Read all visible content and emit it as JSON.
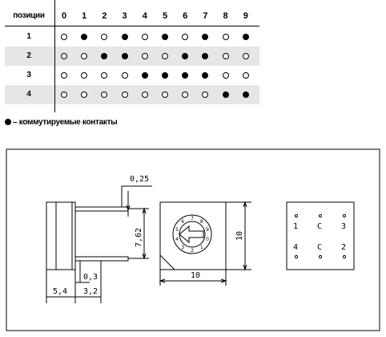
{
  "table": {
    "header_label": "позиции",
    "columns": [
      "0",
      "1",
      "2",
      "3",
      "4",
      "5",
      "6",
      "7",
      "8",
      "9"
    ],
    "rows": [
      {
        "label": "1",
        "states": [
          0,
          1,
          0,
          1,
          0,
          1,
          0,
          1,
          0,
          1
        ]
      },
      {
        "label": "2",
        "states": [
          0,
          0,
          1,
          1,
          0,
          0,
          1,
          1,
          0,
          0
        ]
      },
      {
        "label": "3",
        "states": [
          0,
          0,
          0,
          0,
          1,
          1,
          1,
          1,
          0,
          0
        ]
      },
      {
        "label": "4",
        "states": [
          0,
          0,
          0,
          0,
          0,
          0,
          0,
          0,
          1,
          1
        ]
      }
    ]
  },
  "legend": {
    "text": "– коммутируемые контакты"
  },
  "drawing": {
    "dims": {
      "pin_thickness": "0,25",
      "height": "7,62",
      "pin_gap": "0,3",
      "body_depth": "5,4",
      "pin_length": "3,2",
      "top_width": "10",
      "top_height": "10"
    },
    "dial_numbers": [
      "0",
      "1",
      "2",
      "3",
      "4",
      "5",
      "6",
      "7",
      "8",
      "9"
    ],
    "pins": {
      "top_row": [
        "1",
        "C",
        "3"
      ],
      "bottom_row": [
        "4",
        "C",
        "2"
      ]
    }
  }
}
